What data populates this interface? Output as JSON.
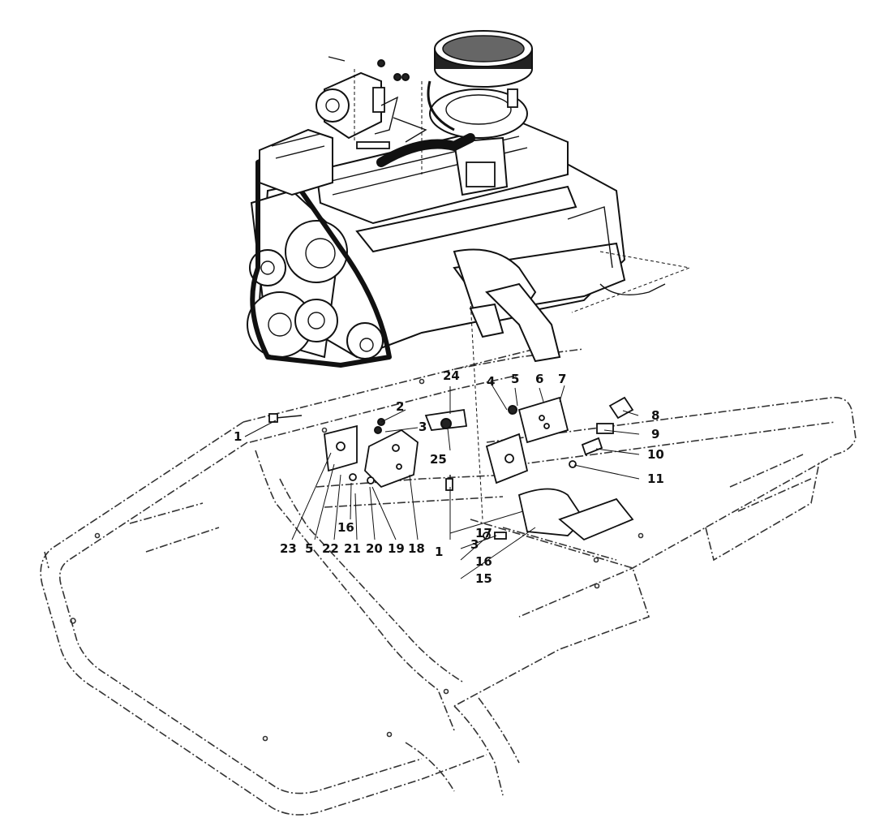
{
  "diagram": {
    "callouts": [
      {
        "id": "c1a",
        "text": "1"
      },
      {
        "id": "c1b",
        "text": "1"
      },
      {
        "id": "c2",
        "text": "2"
      },
      {
        "id": "c3a",
        "text": "3"
      },
      {
        "id": "c3b",
        "text": "3"
      },
      {
        "id": "c4",
        "text": "4"
      },
      {
        "id": "c5a",
        "text": "5"
      },
      {
        "id": "c5b",
        "text": "5"
      },
      {
        "id": "c6",
        "text": "6"
      },
      {
        "id": "c7",
        "text": "7"
      },
      {
        "id": "c8",
        "text": "8"
      },
      {
        "id": "c9",
        "text": "9"
      },
      {
        "id": "c10",
        "text": "10"
      },
      {
        "id": "c11",
        "text": "11"
      },
      {
        "id": "c15",
        "text": "15"
      },
      {
        "id": "c16a",
        "text": "16"
      },
      {
        "id": "c16b",
        "text": "16"
      },
      {
        "id": "c17",
        "text": "17"
      },
      {
        "id": "c18",
        "text": "18"
      },
      {
        "id": "c19",
        "text": "19"
      },
      {
        "id": "c20",
        "text": "20"
      },
      {
        "id": "c21",
        "text": "21"
      },
      {
        "id": "c22",
        "text": "22"
      },
      {
        "id": "c23",
        "text": "23"
      },
      {
        "id": "c24",
        "text": "24"
      },
      {
        "id": "c25",
        "text": "25"
      }
    ],
    "components": [
      "engine",
      "air-cleaner",
      "starter-motor",
      "alternator",
      "drive-belt",
      "engine-mounts",
      "transmission-mount",
      "chassis-frame"
    ]
  }
}
